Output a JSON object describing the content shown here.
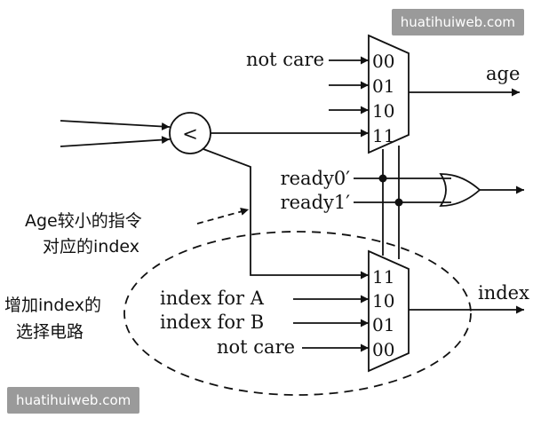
{
  "watermark": {
    "top": "huatihuiweb.com",
    "bottom": "huatihuiweb.com"
  },
  "upper_mux": {
    "input_labels": [
      "not care"
    ],
    "ports": [
      "00",
      "01",
      "10",
      "11"
    ],
    "output_label": "age"
  },
  "comparator": {
    "symbol": "<"
  },
  "or_gate": {
    "inputs": [
      "ready0′",
      "ready1′"
    ]
  },
  "annotation_age": {
    "line1": "Age较小的指令",
    "line2": "对应的index"
  },
  "annotation_added": {
    "line1": "增加index的",
    "line2": "选择电路"
  },
  "lower_mux": {
    "ports": [
      "11",
      "10",
      "01",
      "00"
    ],
    "input_labels": [
      "index for A",
      "index for B",
      "not care"
    ],
    "output_label": "index"
  }
}
